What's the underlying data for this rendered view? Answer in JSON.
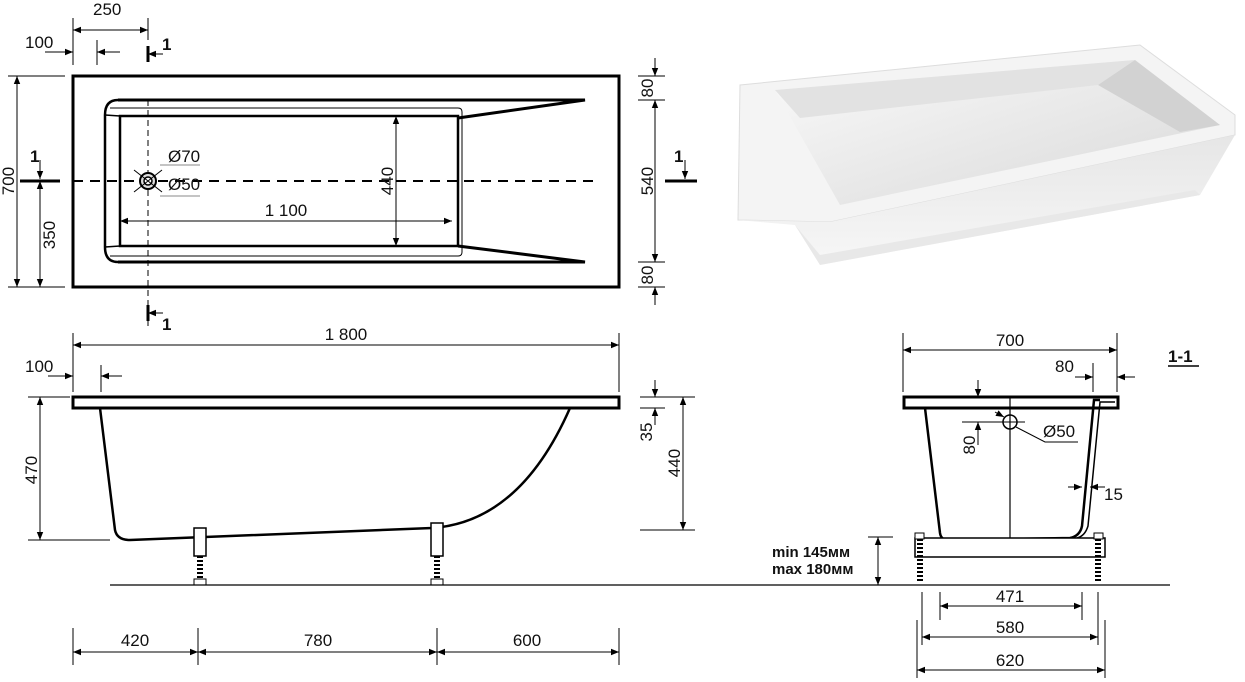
{
  "plan": {
    "d250": "250",
    "d100": "100",
    "sec_top": "1",
    "sec_bottom": "1",
    "sec_left": "1",
    "sec_right": "1",
    "d700": "700",
    "d350": "350",
    "d80_top": "80",
    "d540": "540",
    "d80_bottom": "80",
    "d440": "440",
    "d1100": "1 100",
    "dia70": "Ø70",
    "dia50": "Ø50"
  },
  "side": {
    "d1800": "1 800",
    "d100": "100",
    "d470": "470",
    "d35": "35",
    "d440": "440",
    "d420": "420",
    "d780": "780",
    "d600": "600"
  },
  "section": {
    "title": "1-1",
    "d700": "700",
    "d80": "80",
    "d80_vert": "80",
    "dia50": "Ø50",
    "d15": "15",
    "min_height": "min 145мм",
    "max_height": "max 180мм",
    "d471": "471",
    "d580": "580",
    "d620": "620"
  },
  "colors": {
    "line": "#000000",
    "background": "#ffffff"
  }
}
